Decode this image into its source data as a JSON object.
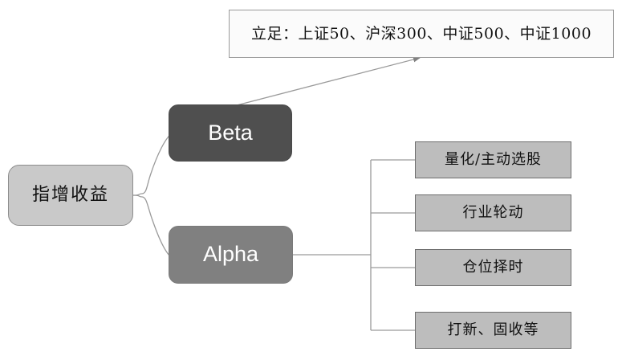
{
  "diagram": {
    "title_box": {
      "text": "立足：上证50、沪深300、中证500、中证1000"
    },
    "root": {
      "label": "指增收益"
    },
    "branches": [
      {
        "label": "Beta"
      },
      {
        "label": "Alpha"
      }
    ],
    "alpha_children": [
      {
        "label": "量化/主动选股"
      },
      {
        "label": "行业轮动"
      },
      {
        "label": "仓位择时"
      },
      {
        "label": "打新、固收等"
      }
    ],
    "colors": {
      "background": "#ffffff",
      "root_fill": "#c9c9c9",
      "beta_fill": "#4f4f4f",
      "alpha_fill": "#808080",
      "leaf_fill": "#bdbdbd",
      "callout_fill": "#fbfbfb",
      "edge_stroke": "#9a9a9a",
      "border": "#6e6e6e",
      "text_dark": "#111111",
      "text_light": "#ffffff"
    }
  }
}
